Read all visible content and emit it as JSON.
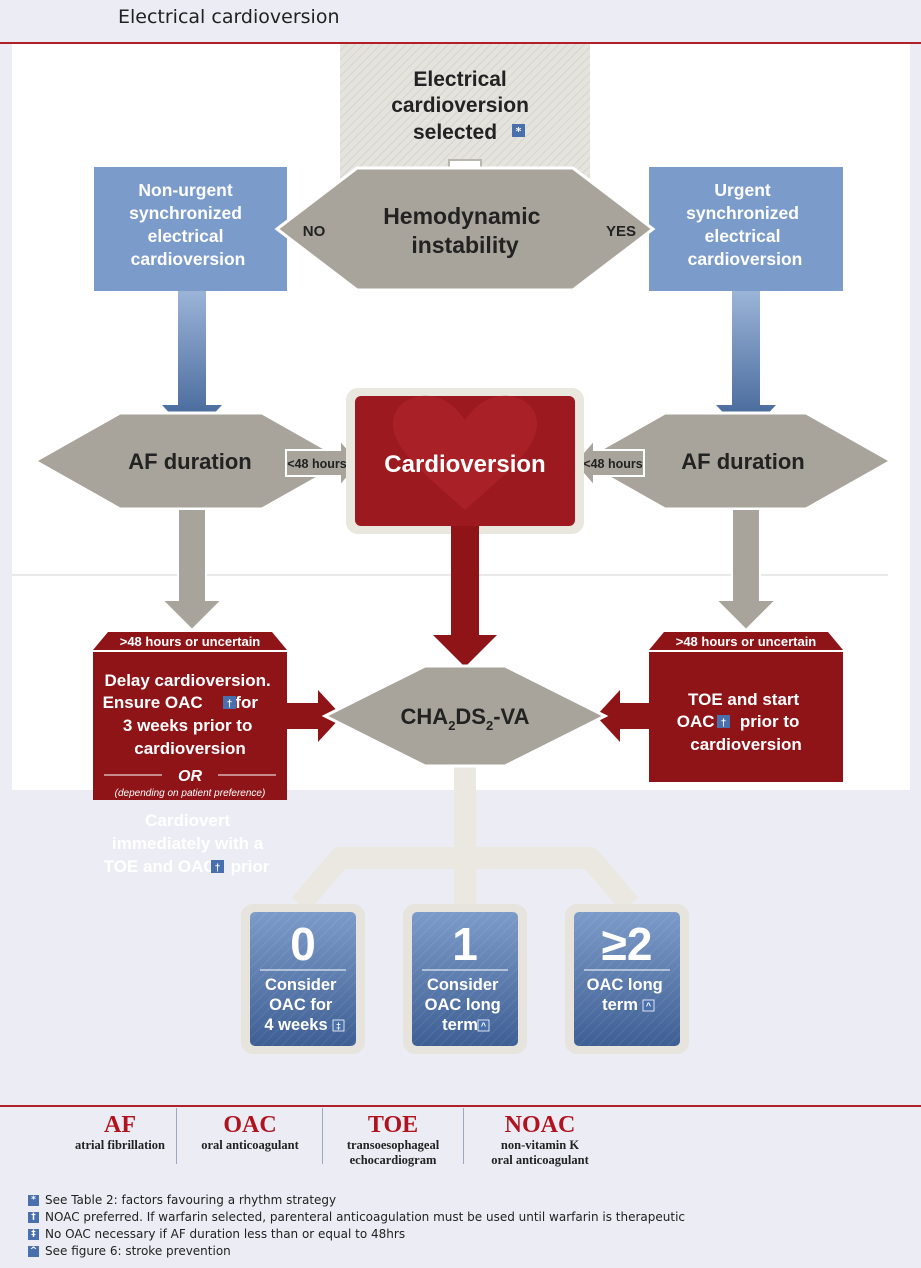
{
  "title": "Electrical cardioversion",
  "nodes": {
    "start": [
      "Electrical",
      "cardioversion",
      "selected"
    ],
    "start_marker": "*",
    "instability": [
      "Hemodynamic",
      "instability"
    ],
    "no": "NO",
    "yes": "YES",
    "non_urgent": [
      "Non-urgent",
      "synchronized",
      "electrical",
      "cardioversion"
    ],
    "urgent": [
      "Urgent",
      "synchronized",
      "electrical",
      "cardioversion"
    ],
    "af_duration": "AF duration",
    "lt48": "<48 hours",
    "cardioversion": "Cardioversion",
    "gt48": ">48 hours or uncertain",
    "delay": [
      "Delay cardioversion.",
      "Ensure OAC",
      "for",
      "3 weeks prior to",
      "cardioversion"
    ],
    "or": "OR",
    "or_note": "(depending on patient preference)",
    "immediate": [
      "Cardiovert",
      "immediately with a",
      "TOE and OAC",
      "prior"
    ],
    "toe": [
      "TOE and start",
      "OAC",
      "prior to",
      "cardioversion"
    ],
    "cha_main": "CHA",
    "cha_sub1": "2",
    "cha_mid": "DS",
    "cha_sub2": "2",
    "cha_end": "-VA",
    "score0": {
      "num": "0",
      "lines": [
        "Consider",
        "OAC for",
        "4 weeks"
      ],
      "marker": "‡"
    },
    "score1": {
      "num": "1",
      "lines": [
        "Consider",
        "OAC long",
        "term"
      ],
      "marker": "^"
    },
    "score2": {
      "num": "2",
      "prefix": "≥",
      "lines": [
        "OAC long",
        "term"
      ],
      "marker": "^"
    },
    "dagger": "†"
  },
  "abbreviations": [
    {
      "term": "AF",
      "definition": [
        "atrial fibrillation"
      ]
    },
    {
      "term": "OAC",
      "definition": [
        "oral anticoagulant"
      ]
    },
    {
      "term": "TOE",
      "definition": [
        "transoesophageal",
        "echocardiogram"
      ]
    },
    {
      "term": "NOAC",
      "definition": [
        "non-vitamin K",
        "oral anticoagulant"
      ]
    }
  ],
  "footnotes": [
    {
      "symbol": "*",
      "text": "See Table 2: factors favouring a rhythm strategy"
    },
    {
      "symbol": "†",
      "text": "NOAC preferred. If warfarin selected, parenteral anticoagulation must be used until warfarin is therapeutic"
    },
    {
      "symbol": "‡",
      "text": "No OAC necessary if AF duration less than or equal to 48hrs"
    },
    {
      "symbol": "^",
      "text": "See figure 6: stroke prevention"
    }
  ],
  "colors": {
    "accent_red": "#b02028",
    "dark_red": "#8f1418",
    "blue_box": "#7b9ccb",
    "grey_diamond": "#a9a49b",
    "marker_blue": "#4a6fad"
  }
}
